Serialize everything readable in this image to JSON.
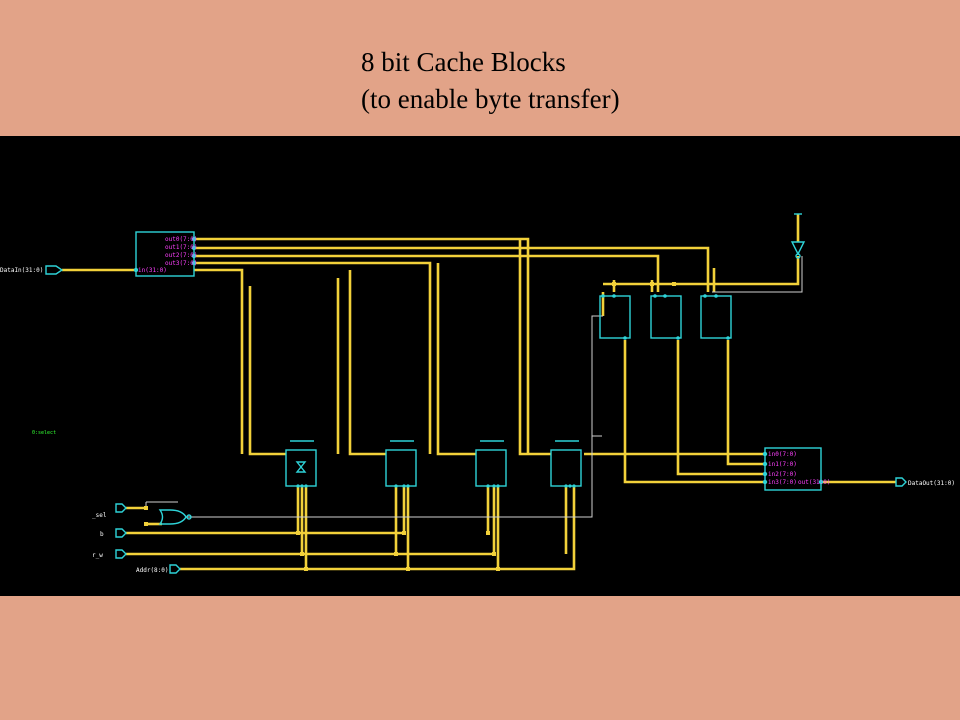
{
  "slide": {
    "title_line1": "8 bit Cache Blocks",
    "title_line2": "(to enable byte transfer)"
  },
  "colors": {
    "background": "#e2a388",
    "schematic_bg": "#000000",
    "wire": "#f2d13a",
    "block": "#2ed3d8",
    "port": "#ff40ff",
    "label": "#ffffff",
    "net": "#33ff33"
  },
  "schematic": {
    "inputs": {
      "data_in": "DataIn(31:0)",
      "sel": "_sel",
      "b": "b",
      "r_w": "r_w",
      "addr": "Addr(8:0)"
    },
    "outputs": {
      "data_out": "DataOut(31:0)"
    },
    "net_label": "0:select",
    "splitter_ports": [
      "out0(7:0)",
      "out1(7:0)",
      "out2(7:0)",
      "out3(7:0)"
    ],
    "splitter_in": "in(31:0)",
    "merger_ports": [
      "in0(7:0)",
      "in1(7:0)",
      "in2(7:0)",
      "in3(7:0)"
    ],
    "merger_out": "out(31:0)"
  }
}
